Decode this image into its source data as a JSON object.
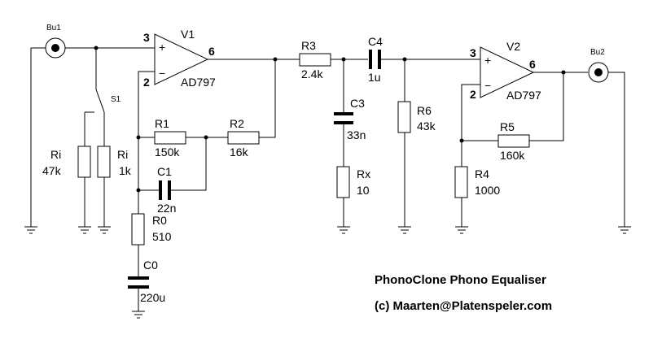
{
  "connectors": {
    "bu1": "Bu1",
    "bu2": "Bu2"
  },
  "switch": {
    "s1": "S1"
  },
  "opamps": {
    "v1": {
      "name": "V1",
      "type": "AD797",
      "pin_plus": "3",
      "pin_minus": "2",
      "pin_out": "6",
      "plus": "+",
      "minus": "−"
    },
    "v2": {
      "name": "V2",
      "type": "AD797",
      "pin_plus": "3",
      "pin_minus": "2",
      "pin_out": "6",
      "plus": "+",
      "minus": "−"
    }
  },
  "components": {
    "ri_47k": {
      "name": "Ri",
      "value": "47k"
    },
    "ri_1k": {
      "name": "Ri",
      "value": "1k"
    },
    "r1": {
      "name": "R1",
      "value": "150k"
    },
    "r2": {
      "name": "R2",
      "value": "16k"
    },
    "c1": {
      "name": "C1",
      "value": "22n"
    },
    "r0": {
      "name": "R0",
      "value": "510"
    },
    "c0": {
      "name": "C0",
      "value": "220u"
    },
    "r3": {
      "name": "R3",
      "value": "2.4k"
    },
    "c4": {
      "name": "C4",
      "value": "1u"
    },
    "c3": {
      "name": "C3",
      "value": "33n"
    },
    "rx": {
      "name": "Rx",
      "value": "10"
    },
    "r6": {
      "name": "R6",
      "value": "43k"
    },
    "r5": {
      "name": "R5",
      "value": "160k"
    },
    "r4": {
      "name": "R4",
      "value": "1000"
    }
  },
  "footer": {
    "title": "PhonoClone Phono Equaliser",
    "credit": "(c) Maarten@Platenspeler.com"
  }
}
